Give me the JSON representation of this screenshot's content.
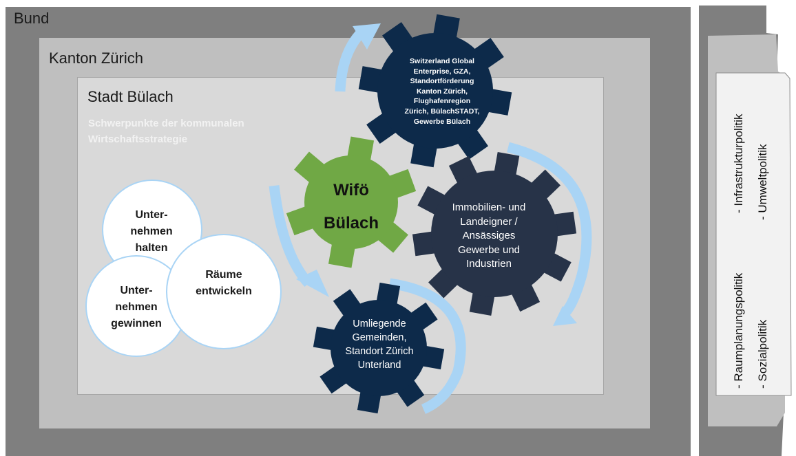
{
  "levels": {
    "bund": "Bund",
    "kanton": "Kanton Zürich",
    "stadt": "Stadt Bülach"
  },
  "subtitle": "Schwerpunkte der kommunalen Wirtschaftsstrategie",
  "gears": {
    "partners": "Switzerland Global\nEnterprise, GZA,\nStandortförderung\nKanton Zürich,\nFlughafenregion\nZürich, BülachSTADT,\nGewerbe Bülach",
    "wifo": "Wifö\nBülach",
    "owners": "Immobilien- und\nLandeigner /\nAnsässiges\nGewerbe und\nIndustrien",
    "municipalities": "Umliegende\nGemeinden,\nStandort Zürich\nUnterland"
  },
  "focus_circles": {
    "keep": "Unter-\nnehmen\nhalten",
    "win": "Unter-\nnehmen\ngewinnen",
    "develop": "Räume\nentwickeln"
  },
  "policies": {
    "col1_top": "-  Infrastrukturpolitik",
    "col1_bottom": "-  Raumplanungspolitik",
    "col2_top": "-  Umweltpolitik",
    "col2_bottom": "-  Sozialpolitik"
  },
  "colors": {
    "bund": "#7f7f7f",
    "kanton": "#bfbfbf",
    "stadt": "#d9d9d9",
    "gear_navy": "#0d2a4a",
    "gear_slate": "#273348",
    "gear_green": "#70a845",
    "arrow": "#a9d4f5",
    "circle_border": "#a9d4f5"
  }
}
